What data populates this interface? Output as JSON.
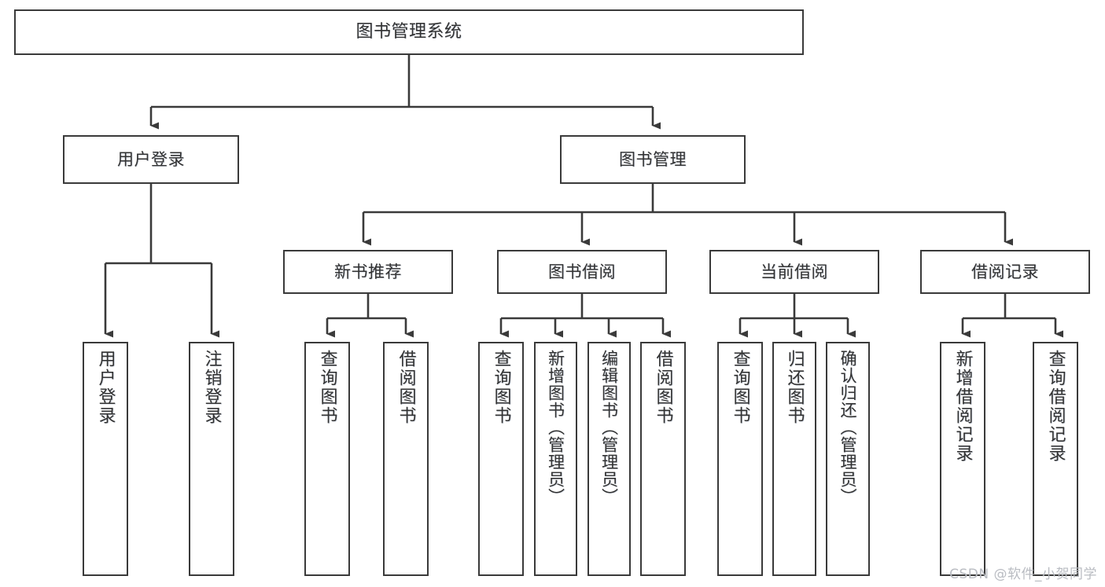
{
  "diagram": {
    "kind": "tree-hierarchy-chart",
    "title": "图书管理系统",
    "watermark": "CSDN @软件_小贺同学",
    "colors": {
      "stroke": "#3a3a3a",
      "fill": "#ffffff",
      "text": "#333333",
      "watermark": "#b9bcc2"
    },
    "nodes": {
      "root": {
        "label": "图书管理系统"
      },
      "level2": [
        {
          "id": "user-login",
          "label": "用户登录"
        },
        {
          "id": "book-manage",
          "label": "图书管理"
        }
      ],
      "level3": [
        {
          "id": "new-book-recommend",
          "label": "新书推荐"
        },
        {
          "id": "book-borrow",
          "label": "图书借阅"
        },
        {
          "id": "current-borrow",
          "label": "当前借阅"
        },
        {
          "id": "borrow-record",
          "label": "借阅记录"
        }
      ],
      "leaves": [
        {
          "id": "leaf-user-login",
          "label": "用户登录",
          "parent": "user-login"
        },
        {
          "id": "leaf-logout-login",
          "label": "注销登录",
          "parent": "user-login"
        },
        {
          "id": "leaf-query-book-1",
          "label": "查询图书",
          "parent": "new-book-recommend"
        },
        {
          "id": "leaf-borrow-book-1",
          "label": "借阅图书",
          "parent": "new-book-recommend"
        },
        {
          "id": "leaf-query-book-2",
          "label": "查询图书",
          "parent": "book-borrow"
        },
        {
          "id": "leaf-add-book-admin",
          "label": "新增图书（管理员）",
          "parent": "book-borrow"
        },
        {
          "id": "leaf-edit-book-admin",
          "label": "编辑图书（管理员）",
          "parent": "book-borrow"
        },
        {
          "id": "leaf-borrow-book-2",
          "label": "借阅图书",
          "parent": "book-borrow"
        },
        {
          "id": "leaf-query-book-3",
          "label": "查询图书",
          "parent": "current-borrow"
        },
        {
          "id": "leaf-return-book",
          "label": "归还图书",
          "parent": "current-borrow"
        },
        {
          "id": "leaf-confirm-return-admin",
          "label": "确认归还（管理员）",
          "parent": "current-borrow"
        },
        {
          "id": "leaf-add-borrow-record",
          "label": "新增借阅记录",
          "parent": "borrow-record"
        },
        {
          "id": "leaf-query-borrow-record",
          "label": "查询借阅记录",
          "parent": "borrow-record"
        }
      ]
    }
  }
}
